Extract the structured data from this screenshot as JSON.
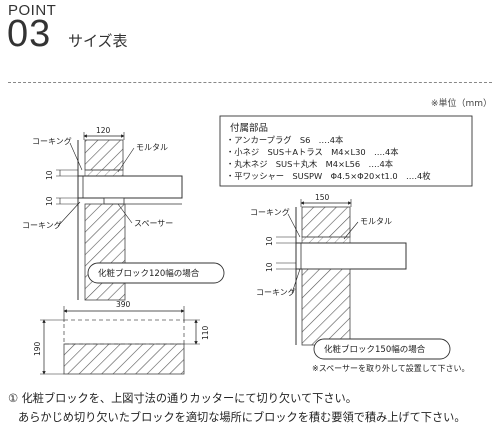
{
  "header": {
    "point_label": "POINT",
    "point_number": "03",
    "title": "サイズ表"
  },
  "unit_note": "※単位（mm）",
  "accessories": {
    "title": "付属部品",
    "items": [
      "・アンカープラグ　S6　‥‥4本",
      "・小ネジ　SUS＋Aトラス　M4×L30　‥‥4本",
      "・丸木ネジ　SUS＋丸木　M4×L56　‥‥4本",
      "・平ワッシャー　SUSPW　Φ4.5×Φ20×t1.0　‥‥4枚"
    ]
  },
  "diagram_left": {
    "label_caulking_top": "コーキング",
    "label_mortar": "モルタル",
    "label_caulking_bottom": "コーキング",
    "label_spacer": "スペーサー",
    "dim_width": "120",
    "dim_gap_upper": "10",
    "dim_gap_lower": "10",
    "caption": "化粧ブロック120幅の場合"
  },
  "diagram_right": {
    "label_caulking_top": "コーキング",
    "label_mortar": "モルタル",
    "label_caulking_bottom": "コーキング",
    "dim_width": "150",
    "dim_gap_upper": "10",
    "dim_gap_lower": "10",
    "caption": "化粧ブロック150幅の場合",
    "note": "※スペーサーを取り外して設置して下さい。"
  },
  "diagram_cut": {
    "dim_length": "390",
    "dim_height": "190",
    "dim_cut": "110"
  },
  "footnote": {
    "line1": "① 化粧ブロックを、上図寸法の通りカッターにて切り欠いて下さい。",
    "line2": "あらかじめ切り欠いたブロックを適切な場所にブロックを積む要領で積み上げて下さい。"
  }
}
